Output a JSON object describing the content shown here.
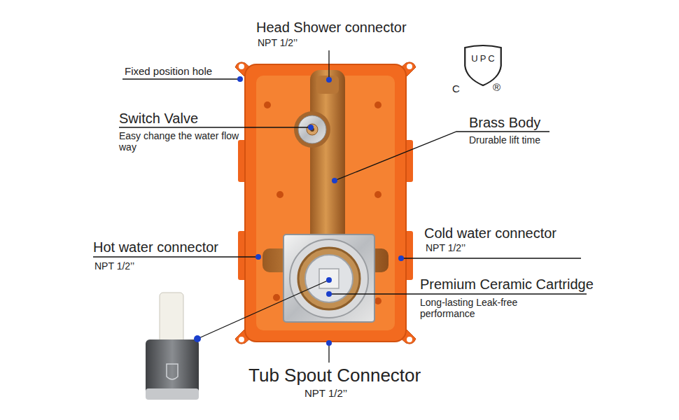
{
  "diagram": {
    "nodes": [
      {
        "text": [
          "UPC"
        ]
      }
    ],
    "labels": [
      "Head Shower connector",
      "NPT 1/2’’",
      "Fixed position hole",
      "Switch Valve",
      "Easy change the water flow way",
      "Brass Body",
      "Drurable lift time",
      "Hot water connector",
      "NPT 1/2’’",
      "Cold water connector",
      "NPT 1/2’’",
      "Premium Ceramic Cartridge",
      "Long-lasting Leak-free performance",
      "Tub Spout Connector",
      "NPT 1/2’’",
      "C",
      "®"
    ]
  }
}
